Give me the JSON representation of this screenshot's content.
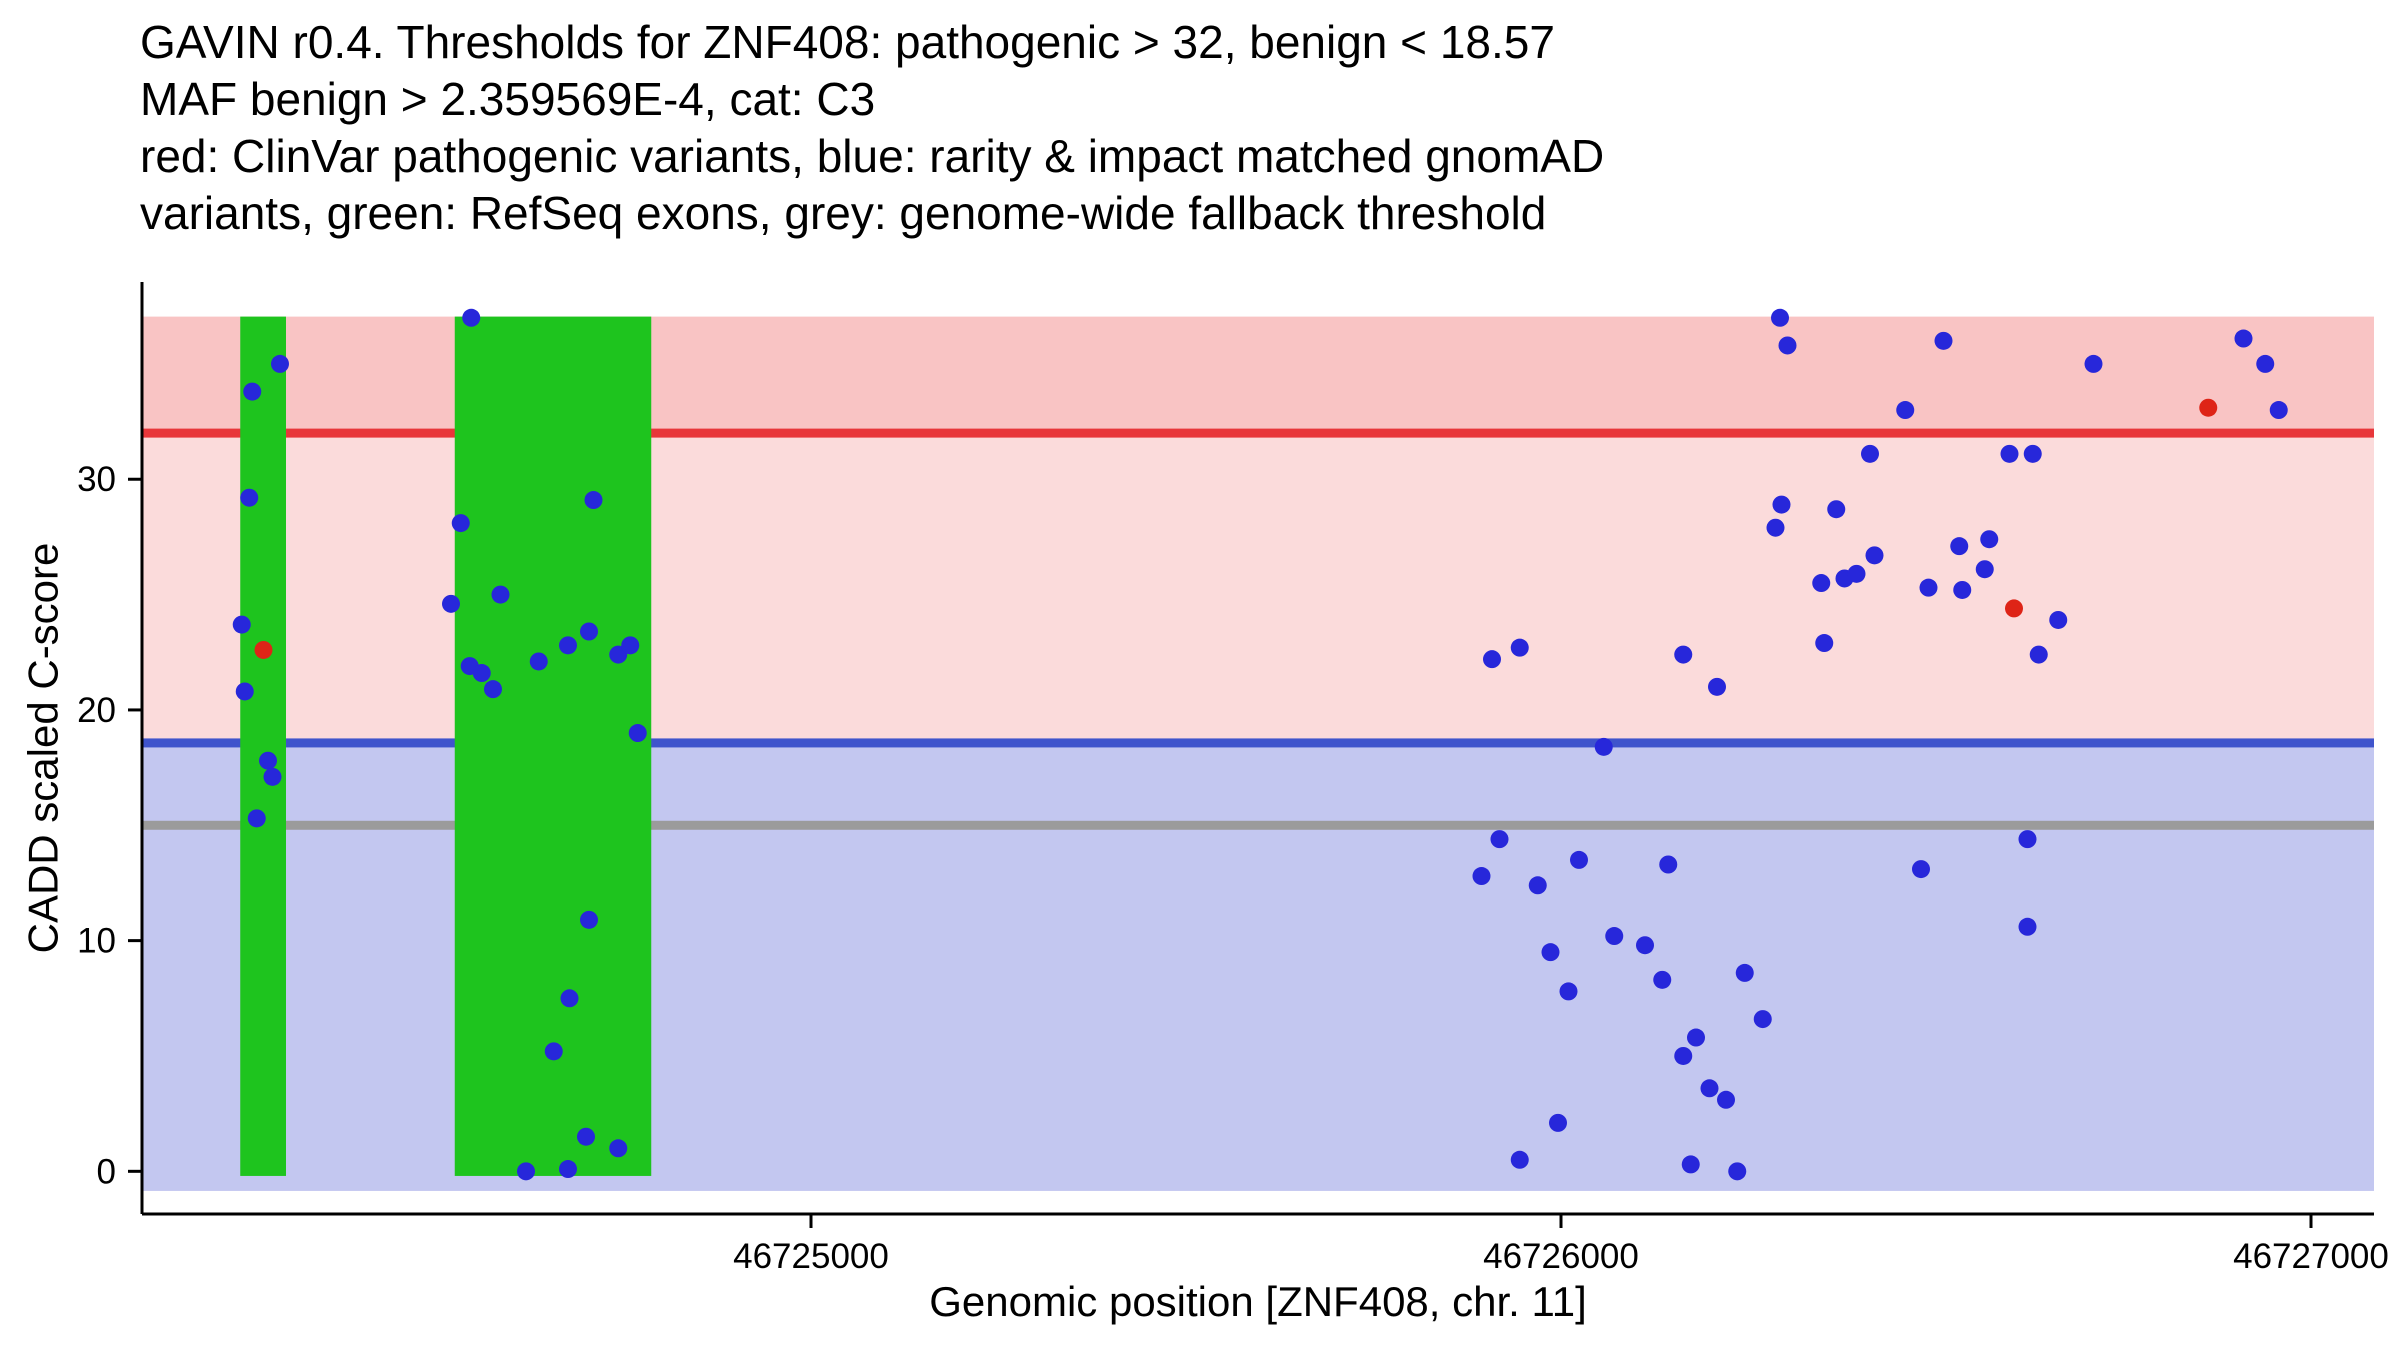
{
  "title_lines": [
    "GAVIN r0.4. Thresholds for ZNF408: pathogenic > 32, benign < 18.57",
    "MAF benign > 2.359569E-4, cat: C3",
    "red: ClinVar pathogenic variants, blue: rarity & impact matched gnomAD",
    "variants, green: RefSeq exons, grey: genome-wide fallback threshold"
  ],
  "chart_data": {
    "type": "scatter",
    "title": "GAVIN r0.4. Thresholds for ZNF408: pathogenic > 32, benign < 18.57 MAF benign > 2.359569E-4, cat: C3",
    "xlabel": "Genomic position [ZNF408, chr. 11]",
    "ylabel": "CADD scaled C-score",
    "x_ticks": [
      46725000,
      46726000,
      46727000
    ],
    "y_ticks": [
      0,
      10,
      20,
      30
    ],
    "xlim": [
      46724108,
      46727084
    ],
    "ylim": [
      -1.85,
      38.55
    ],
    "band_range": [
      -0.85,
      37.05
    ],
    "exon_y_range": [
      -0.2,
      37.05
    ],
    "grid": "off",
    "legend": "none",
    "thresholds": {
      "pathogenic": {
        "value": 32,
        "color": "#e8363a",
        "label": "pathogenic > 32"
      },
      "benign": {
        "value": 18.57,
        "color": "#3f54cc",
        "label": "benign < 18.57"
      },
      "fallback": {
        "value": 15,
        "color": "#9b9b9b",
        "label": "genome-wide fallback threshold"
      }
    },
    "bands": {
      "pathogenic_fill": "#f9c4c4",
      "intermediate_fill": "#fbdbdb",
      "benign_fill": "#c3c7f0"
    },
    "exon_color": "#1ec41e",
    "exons": [
      {
        "start": 46724239,
        "end": 46724300
      },
      {
        "start": 46724525,
        "end": 46724787
      }
    ],
    "series": [
      {
        "id": "gnomad",
        "name": "rarity & impact matched gnomAD variants",
        "color": "#2727da",
        "points": [
          [
            46724255,
            33.8
          ],
          [
            46724292,
            35.0
          ],
          [
            46724251,
            29.2
          ],
          [
            46724241,
            23.7
          ],
          [
            46724245,
            20.8
          ],
          [
            46724276,
            17.8
          ],
          [
            46724282,
            17.1
          ],
          [
            46724261,
            15.3
          ],
          [
            46724547,
            37.0
          ],
          [
            46724533,
            28.1
          ],
          [
            46724520,
            24.6
          ],
          [
            46724545,
            21.9
          ],
          [
            46724561,
            21.6
          ],
          [
            46724586,
            25.0
          ],
          [
            46724576,
            20.9
          ],
          [
            46724637,
            22.1
          ],
          [
            46724676,
            22.8
          ],
          [
            46724704,
            23.4
          ],
          [
            46724710,
            29.1
          ],
          [
            46724743,
            22.4
          ],
          [
            46724759,
            22.8
          ],
          [
            46724769,
            19.0
          ],
          [
            46724704,
            10.9
          ],
          [
            46724678,
            7.5
          ],
          [
            46724657,
            5.2
          ],
          [
            46724700,
            1.5
          ],
          [
            46724743,
            1.0
          ],
          [
            46724620,
            0.0
          ],
          [
            46724676,
            0.1
          ],
          [
            46725908,
            22.2
          ],
          [
            46725945,
            22.7
          ],
          [
            46726057,
            18.4
          ],
          [
            46726163,
            22.4
          ],
          [
            46726208,
            21.0
          ],
          [
            46726292,
            37.0
          ],
          [
            46726302,
            35.8
          ],
          [
            46726286,
            27.9
          ],
          [
            46726294,
            28.9
          ],
          [
            46726367,
            28.7
          ],
          [
            46726412,
            31.1
          ],
          [
            46726459,
            33.0
          ],
          [
            46726510,
            36.0
          ],
          [
            46726347,
            25.5
          ],
          [
            46726378,
            25.7
          ],
          [
            46726394,
            25.9
          ],
          [
            46726418,
            26.7
          ],
          [
            46726490,
            25.3
          ],
          [
            46726535,
            25.2
          ],
          [
            46726565,
            26.1
          ],
          [
            46726531,
            27.1
          ],
          [
            46726571,
            27.4
          ],
          [
            46726598,
            31.1
          ],
          [
            46726629,
            31.1
          ],
          [
            46726663,
            23.9
          ],
          [
            46726351,
            22.9
          ],
          [
            46726637,
            22.4
          ],
          [
            46726710,
            35.0
          ],
          [
            46726910,
            36.1
          ],
          [
            46726939,
            35.0
          ],
          [
            46726957,
            33.0
          ],
          [
            46725918,
            14.4
          ],
          [
            46726622,
            14.4
          ],
          [
            46725894,
            12.8
          ],
          [
            46726024,
            13.5
          ],
          [
            46726143,
            13.3
          ],
          [
            46725969,
            12.4
          ],
          [
            46726480,
            13.1
          ],
          [
            46726071,
            10.2
          ],
          [
            46726112,
            9.8
          ],
          [
            46725986,
            9.5
          ],
          [
            46726622,
            10.6
          ],
          [
            46726135,
            8.3
          ],
          [
            46726245,
            8.6
          ],
          [
            46726010,
            7.8
          ],
          [
            46726269,
            6.6
          ],
          [
            46726180,
            5.8
          ],
          [
            46726163,
            5.0
          ],
          [
            46726198,
            3.6
          ],
          [
            46726220,
            3.1
          ],
          [
            46725996,
            2.1
          ],
          [
            46725945,
            0.5
          ],
          [
            46726173,
            0.3
          ],
          [
            46726235,
            0.0
          ]
        ]
      },
      {
        "id": "clinvar",
        "name": "ClinVar pathogenic variants",
        "color": "#de2417",
        "points": [
          [
            46724270,
            22.6
          ],
          [
            46726604,
            24.4
          ],
          [
            46726863,
            33.1
          ]
        ]
      }
    ]
  }
}
